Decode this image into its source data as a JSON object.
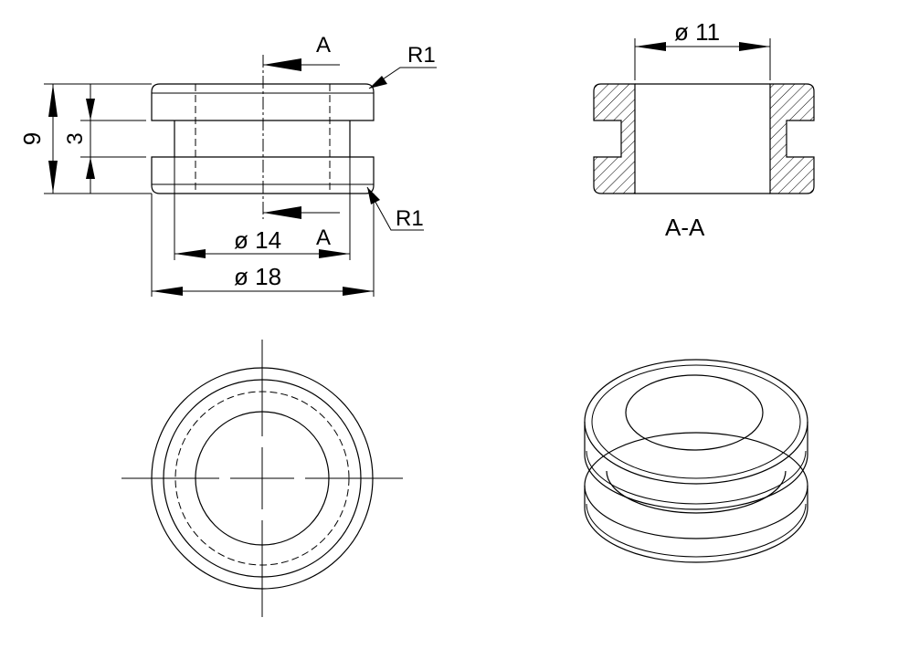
{
  "front_view": {
    "section_marker_top": "A",
    "section_marker_bottom": "A",
    "radius_top": "R1",
    "radius_bottom": "R1",
    "height_overall": "9",
    "groove_width": "3",
    "inner_diameter": "ø 14",
    "outer_diameter": "ø 18"
  },
  "section_view": {
    "bore_diameter": "ø 11",
    "label": "A-A"
  }
}
